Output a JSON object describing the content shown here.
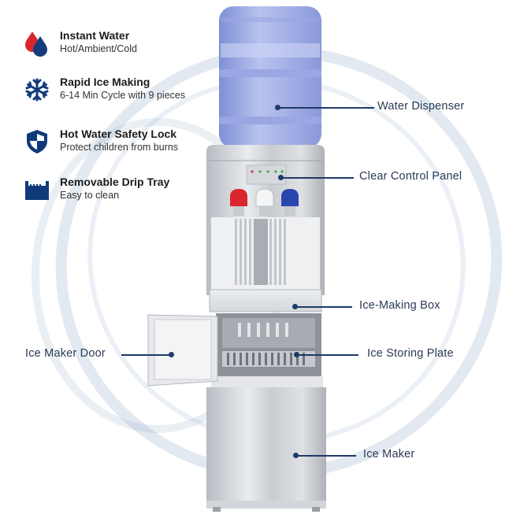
{
  "features": [
    {
      "icon": "water-drops-icon",
      "title": "Instant Water",
      "subtitle": "Hot/Ambient/Cold"
    },
    {
      "icon": "snowflake-icon",
      "title": "Rapid Ice Making",
      "subtitle": "6-14 Min  Cycle with 9 pieces"
    },
    {
      "icon": "shield-icon",
      "title": "Hot Water Safety Lock",
      "subtitle": "Protect children from burns"
    },
    {
      "icon": "drip-tray-icon",
      "title": "Removable Drip Tray",
      "subtitle": "Easy to clean"
    }
  ],
  "callouts": {
    "water_dispenser": "Water Dispenser",
    "clear_control_panel": "Clear Control Panel",
    "ice_making_box": "Ice-Making Box",
    "ice_maker_door": "Ice Maker Door",
    "ice_storing_plate": "Ice Storing Plate",
    "ice_maker": "Ice Maker"
  },
  "colors": {
    "accent_navy": "#1e3a68",
    "hot_red": "#d9262c",
    "cold_blue": "#2b45b0",
    "icon_navy": "#0f3a7a"
  }
}
